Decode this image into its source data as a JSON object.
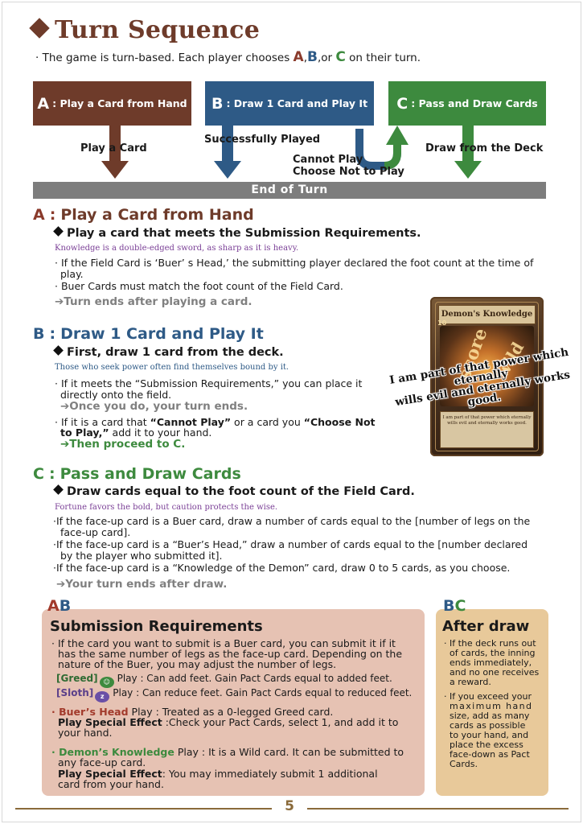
{
  "title": "Turn Sequence",
  "intro": {
    "prefix": "· The game is turn-based. Each player chooses ",
    "a": "A",
    "comma1": ",",
    "b": "B",
    "or": ",or ",
    "c": "C",
    "suffix": " on their turn."
  },
  "flow": {
    "a_letter": "A",
    "a_label": ": Play a Card from Hand",
    "b_letter": "B",
    "b_label": ": Draw 1 Card and Play It",
    "c_letter": "C",
    "c_label": ": Pass and Draw Cards",
    "play_a_card": "Play a Card",
    "successfully_played": "Successfully Played",
    "cannot_play": "Cannot Play",
    "choose_not": "Choose Not to Play",
    "draw_from_deck": "Draw from the Deck",
    "end_of_turn": "End of Turn"
  },
  "colors": {
    "brown": "#6e3b2a",
    "blue": "#2e5a86",
    "green": "#3d8a3e",
    "gray": "#7d7d7d"
  },
  "section_a": {
    "letter": "A",
    "sep": ":",
    "title": "Play a Card from Hand",
    "sub": "Play a card that meets the Submission Requirements.",
    "flavor": "Knowledge is a double-edged sword, as sharp as it is heavy.",
    "b1": "· If the Field Card is ‘Buer’ s Head,’ the submitting player declared the foot count at the time of",
    "b1b": "play.",
    "b2": "· Buer Cards must match the foot count of the Field Card.",
    "result": "➔Turn ends after playing a card."
  },
  "section_b": {
    "letter": "B",
    "sep": ":",
    "title": "Draw 1 Card and Play It",
    "sub": "First, draw 1 card from the deck.",
    "flavor": "Those who seek power often find themselves bound by it.",
    "b1": "· If it meets the “Submission Requirements,” you can place it",
    "b1b": "directly onto the field.",
    "r1": "➔Once you do, your turn ends.",
    "b2_pre": "· If it is a card that ",
    "b2_cp": "“Cannot Play”",
    "b2_mid": " or a card you ",
    "b2_cn": "“Choose Not",
    "b2_cn2": "to Play,”",
    "b2_post": " add it to your hand.",
    "r2": "➔Then proceed to C."
  },
  "card": {
    "name": "Demon's Knowledge",
    "number": "10",
    "art_word1": "score",
    "art_word2": "wild",
    "text": "I am part of that power which eternally wills evil and eternally works good."
  },
  "quote": {
    "line1": "I am part of that power which eternally",
    "line2": "wills evil and eternally works good."
  },
  "section_c": {
    "letter": "C",
    "sep": ":",
    "title": "Pass and Draw Cards",
    "sub": "Draw cards equal to the foot count of the Field Card.",
    "flavor": "Fortune favors the bold, but caution protects the wise.",
    "b1": "·If the face-up card is a Buer card, draw a number of cards equal to the [number of legs on the",
    "b1b": "face-up card].",
    "b2": "·If the face-up card is a “Buer’s Head,” draw a number of cards equal to the [number declared",
    "b2b": "by the player who submitted it].",
    "b3": "·If the face-up card is a “Knowledge of the Demon” card, draw 0 to 5 cards, as you choose.",
    "result": "➔Your turn ends after draw."
  },
  "submission": {
    "tag_a": "A",
    "tag_b": "B",
    "title": "Submission Requirements",
    "p1a": "· If the card you want to submit is a Buer card, you can submit it if it",
    "p1b": "has the same number of legs as the face-up card. Depending on the",
    "p1c": "nature of the Buer, you may adjust the number of legs.",
    "greed_tag": "[Greed]",
    "greed_icon": "greed-icon",
    "greed_text": "Play : Can add feet. Gain Pact Cards equal to added feet.",
    "sloth_tag": "[Sloth]",
    "sloth_icon": "sloth-icon",
    "sloth_text": "Play : Can reduce feet. Gain Pact Cards equal to reduced feet.",
    "head_name": "· Buer’s Head",
    "head_text": "  Play : Treated as a 0-legged Greed card.",
    "head_sp_label": "Play Special Effect",
    "head_sp_text": " :Check your Pact Cards, select 1, and add it to",
    "head_sp_text2": "your hand.",
    "dk_name": "· Demon’s Knowledge",
    "dk_text": "  Play : It is a Wild card. It can be submitted to",
    "dk_text2": "any face-up card.",
    "dk_sp_label": "Play Special Effect",
    "dk_sp_text": ": You may immediately submit 1 additional",
    "dk_sp_text2": "card from your hand."
  },
  "after_draw": {
    "tag_b": "B",
    "tag_c": "C",
    "title": "After draw",
    "p1": [
      "· If the deck runs out",
      "of cards, the inning",
      "ends immediately,",
      "and no one receives",
      "a reward."
    ],
    "p2": [
      "· If you exceed your",
      "maximum hand",
      "size, add as many",
      "cards as possible",
      "to your hand, and",
      "place the excess",
      "face-down as Pact",
      "Cards."
    ]
  },
  "page_number": "5"
}
